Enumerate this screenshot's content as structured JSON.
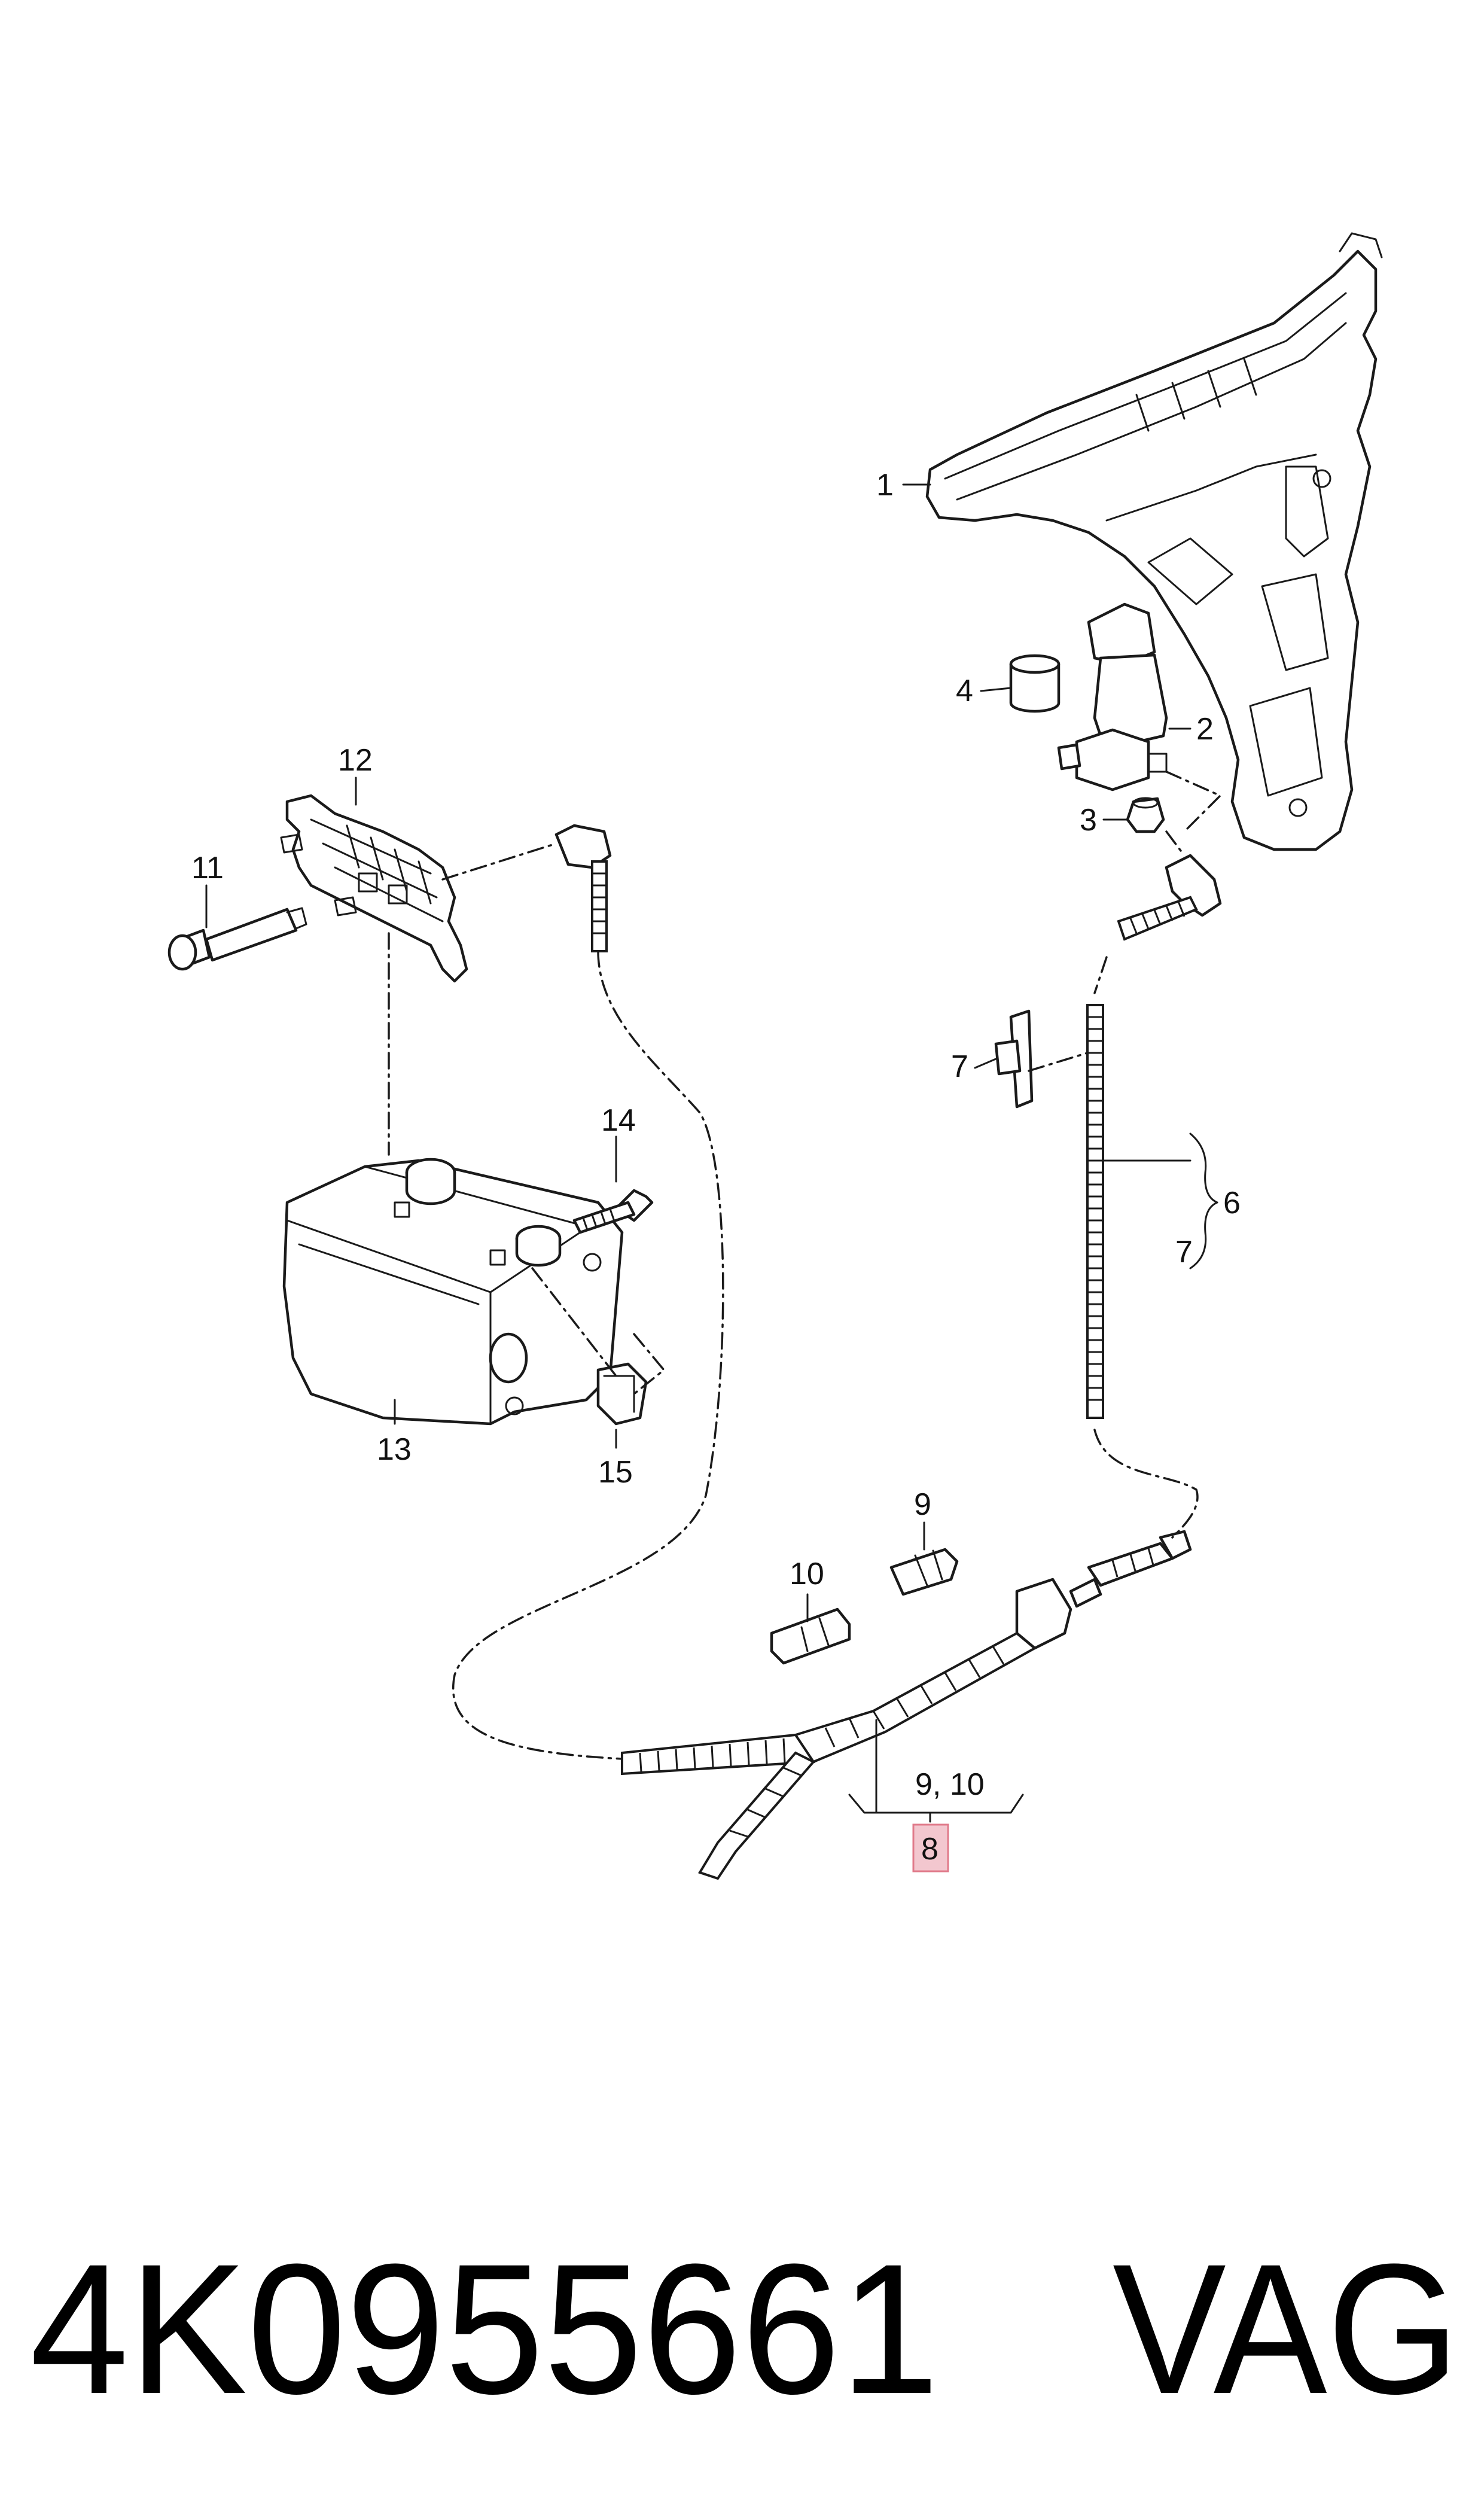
{
  "diagram": {
    "callouts": [
      {
        "id": "1",
        "label": "1"
      },
      {
        "id": "2",
        "label": "2"
      },
      {
        "id": "3",
        "label": "3"
      },
      {
        "id": "4",
        "label": "4"
      },
      {
        "id": "6",
        "label": "6"
      },
      {
        "id": "7a",
        "label": "7"
      },
      {
        "id": "7b",
        "label": "7"
      },
      {
        "id": "8",
        "label": "8",
        "highlighted": true
      },
      {
        "id": "9",
        "label": "9"
      },
      {
        "id": "9-10",
        "label": "9, 10"
      },
      {
        "id": "10",
        "label": "10"
      },
      {
        "id": "11",
        "label": "11"
      },
      {
        "id": "12",
        "label": "12"
      },
      {
        "id": "13",
        "label": "13"
      },
      {
        "id": "14",
        "label": "14"
      },
      {
        "id": "15",
        "label": "15"
      }
    ],
    "highlight_color": "#f3c7cf",
    "highlight_border": "#e07a8a"
  },
  "footer": {
    "part_number": "4K0955661",
    "brand": "VAG"
  }
}
